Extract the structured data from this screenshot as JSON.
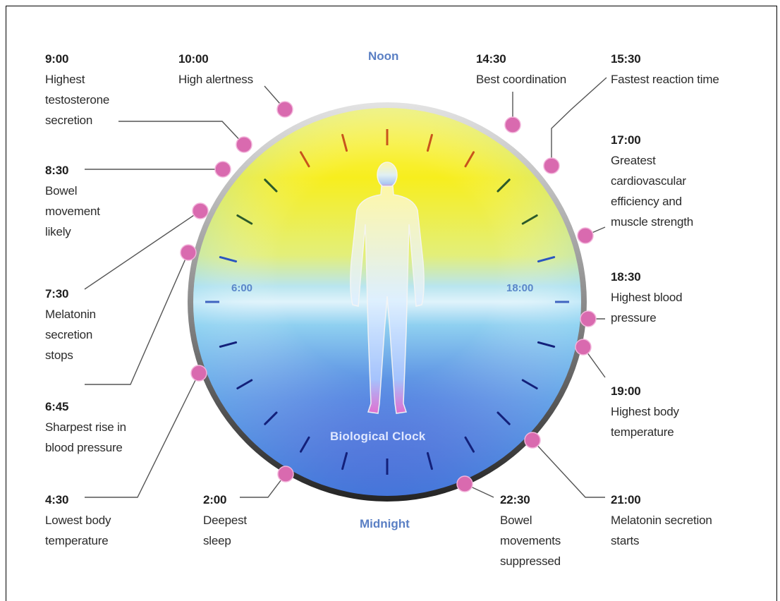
{
  "diagram": {
    "center_title": "Biological Clock",
    "top_label": "Noon",
    "bottom_label": "Midnight",
    "left_hour": "6:00",
    "right_hour": "18:00",
    "colors": {
      "day": "#f7ee1e",
      "night": "#1626c8",
      "dawn_dusk": "#a8dcf2",
      "marker": "#d96aaf",
      "rim": "#3c3c3c"
    }
  },
  "events": [
    {
      "time": "9:00",
      "text": "Highest\ntestosterone\nsecretion"
    },
    {
      "time": "10:00",
      "text": "High alertness"
    },
    {
      "time": "14:30",
      "text": "Best coordination"
    },
    {
      "time": "15:30",
      "text": "Fastest reaction time"
    },
    {
      "time": "8:30",
      "text": "Bowel\nmovement\nlikely"
    },
    {
      "time": "17:00",
      "text": "Greatest\ncardiovascular\nefficiency and\nmuscle strength"
    },
    {
      "time": "7:30",
      "text": "Melatonin\nsecretion\nstops"
    },
    {
      "time": "18:30",
      "text": "Highest blood\npressure"
    },
    {
      "time": "6:45",
      "text": "Sharpest rise in\nblood pressure"
    },
    {
      "time": "19:00",
      "text": "Highest body\ntemperature"
    },
    {
      "time": "4:30",
      "text": "Lowest body\ntemperature"
    },
    {
      "time": "2:00",
      "text": "Deepest\nsleep"
    },
    {
      "time": "22:30",
      "text": "Bowel\nmovements\nsuppressed"
    },
    {
      "time": "21:00",
      "text": "Melatonin secretion\nstarts"
    }
  ]
}
